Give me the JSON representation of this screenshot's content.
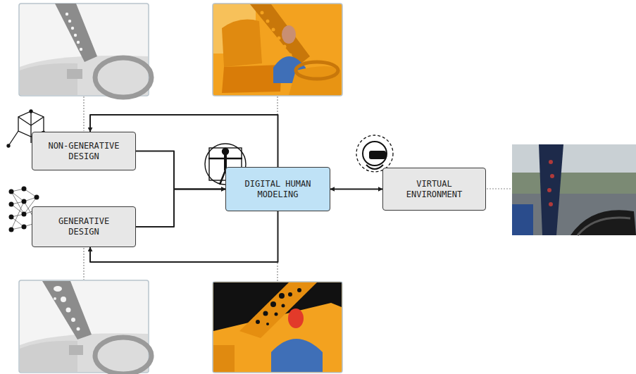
{
  "diagram": {
    "nodes": [
      {
        "text": [
          "NON-GENERATIVE DESIGN"
        ]
      },
      {
        "text": [
          "GENERATIVE DESIGN"
        ]
      },
      {
        "text": [
          "DIGITAL HUMAN MODELING"
        ]
      },
      {
        "text": [
          "VIRTUAL ENVIRONMENT"
        ]
      }
    ],
    "edges": [
      {
        "from": 0,
        "to": 2,
        "arrow": "to"
      },
      {
        "from": 1,
        "to": 2,
        "arrow": "to"
      },
      {
        "from": 2,
        "to": 0,
        "arrow": "to"
      },
      {
        "from": 2,
        "to": 1,
        "arrow": "to"
      },
      {
        "from": 2,
        "to": 3,
        "arrow": "both"
      }
    ]
  }
}
